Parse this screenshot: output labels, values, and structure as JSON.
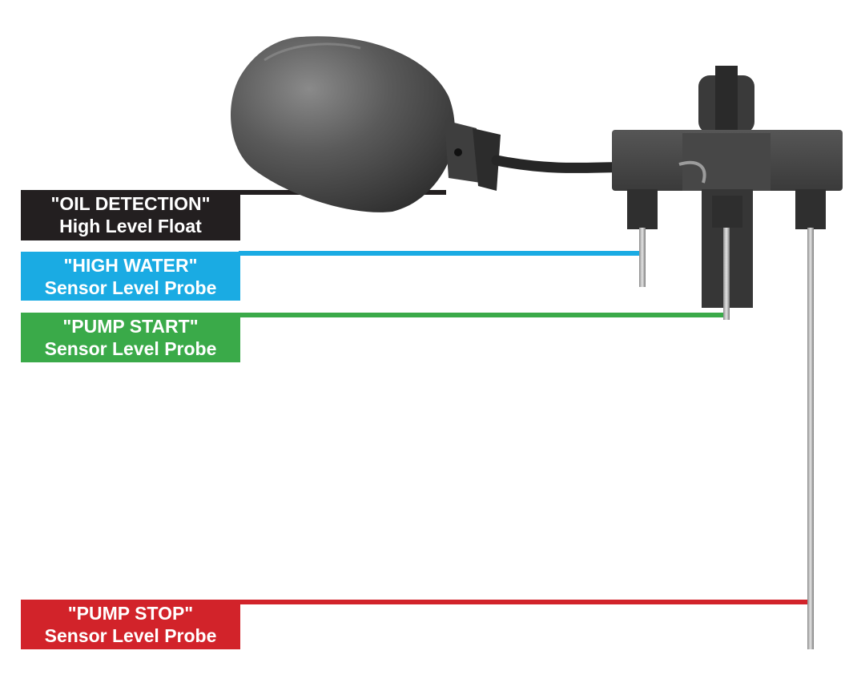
{
  "labels": {
    "oil_detection": {
      "title": "\"OIL DETECTION\"",
      "subtitle": "High Level Float",
      "color": "#231f20"
    },
    "high_water": {
      "title": "\"HIGH WATER\"",
      "subtitle": "Sensor Level Probe",
      "color": "#1aabe3"
    },
    "pump_start": {
      "title": "\"PUMP START\"",
      "subtitle": "Sensor Level Probe",
      "color": "#3aaa49"
    },
    "pump_stop": {
      "title": "\"PUMP STOP\"",
      "subtitle": "Sensor Level Probe",
      "color": "#d2232a"
    }
  },
  "icons": {
    "float": "float-ball-icon",
    "housing": "probe-housing-icon"
  }
}
